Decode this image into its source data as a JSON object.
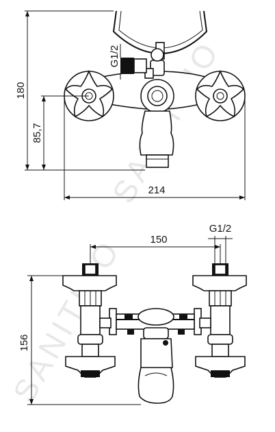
{
  "watermark": "SANITINO",
  "top_view": {
    "dim_height_total": "180",
    "dim_height_axis": "85,7",
    "dim_width_total": "214",
    "thread_label": "G1/2"
  },
  "bottom_view": {
    "dim_axis_distance": "150",
    "dim_depth": "156",
    "thread_label": "G1/2"
  }
}
